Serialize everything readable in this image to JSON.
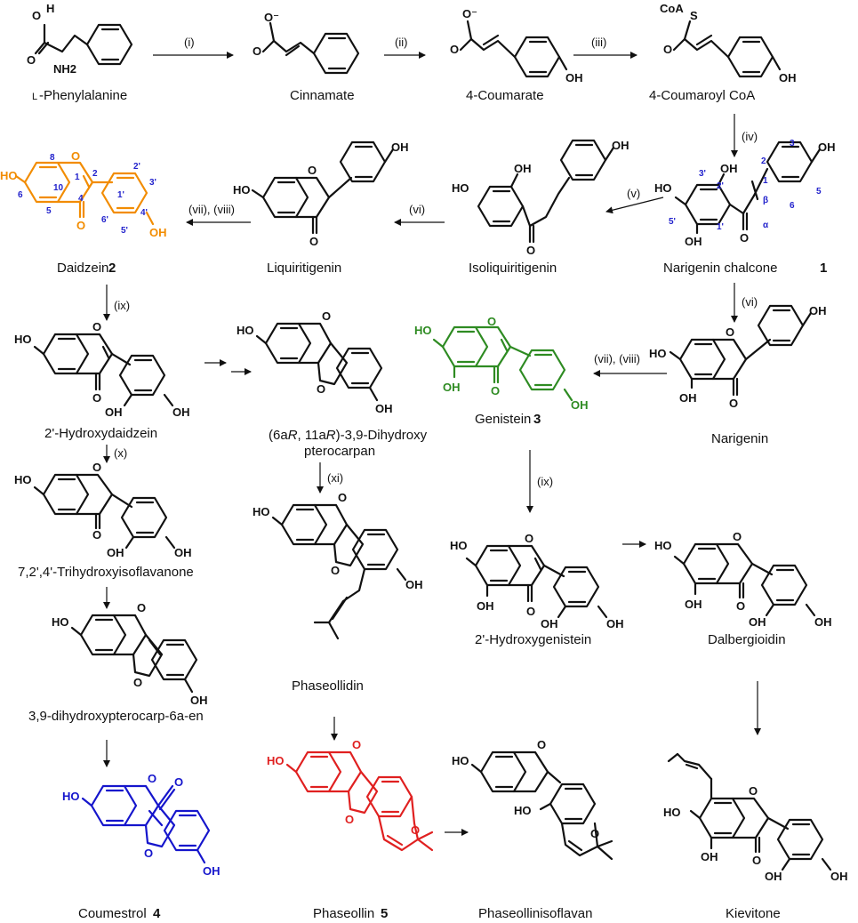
{
  "colors": {
    "black": "#111111",
    "orange": "#f28c00",
    "green": "#2e8b22",
    "blue": "#1515cc",
    "red": "#e02020",
    "numbering": "#2222cc"
  },
  "steps": {
    "i": "(i)",
    "ii": "(ii)",
    "iii": "(iii)",
    "iv": "(iv)",
    "v": "(v)",
    "vi": "(vi)",
    "vii_viii": "(vii), (viii)",
    "ix": "(ix)",
    "x": "(x)",
    "xi": "(xi)"
  },
  "atoms": {
    "OH": "OH",
    "HO": "HO",
    "O": "O",
    "H": "H",
    "NH2": "NH2",
    "O_minus": "O⁻",
    "CoA": "CoA",
    "S": "S"
  },
  "compounds": {
    "phenylalanine": {
      "prefix": "L",
      "name": "-Phenylalanine"
    },
    "cinnamate": {
      "name": "Cinnamate"
    },
    "coumarate": {
      "name": "4-Coumarate"
    },
    "coumaroyl_coa": {
      "name": "4-Coumaroyl CoA"
    },
    "narigenin_chalcone": {
      "name": "Narigenin chalcone",
      "number": "1"
    },
    "isoliquiritigenin": {
      "name": "Isoliquiritigenin"
    },
    "liquiritigenin": {
      "name": "Liquiritigenin"
    },
    "daidzein": {
      "name": "Daidzein",
      "number": "2"
    },
    "narigenin": {
      "name": "Narigenin"
    },
    "genistein": {
      "name": "Genistein",
      "number": "3"
    },
    "hydroxydaidzein": {
      "name": "2'-Hydroxydaidzein"
    },
    "pterocarpan": {
      "name_line1_a": "(6a",
      "name_line1_b": "R",
      "name_line1_c": ", 11a",
      "name_line1_d": "R",
      "name_line1_e": ")-3,9-Dihydroxy",
      "name_line2": "pterocarpan"
    },
    "trihydroxyisoflavanone": {
      "name": "7,2',4'-Trihydroxyisoflavanone"
    },
    "phaseollidin": {
      "name": "Phaseollidin"
    },
    "hydroxygenistein": {
      "name": "2'-Hydroxygenistein"
    },
    "dalbergioidin": {
      "name": "Dalbergioidin"
    },
    "pterocarpene": {
      "name": "3,9-dihydroxypterocarp-6a-en"
    },
    "coumestrol": {
      "name": "Coumestrol",
      "number": "4"
    },
    "phaseollin": {
      "name": "Phaseollin",
      "number": "5"
    },
    "phaseollinisoflavan": {
      "name": "Phaseollinisoflavan"
    },
    "kievitone": {
      "name": "Kievitone"
    }
  },
  "numbering": {
    "daidzein": [
      "8",
      "2",
      "1",
      "6",
      "10",
      "5",
      "4",
      "2'",
      "3'",
      "1'",
      "6'",
      "4'",
      "5'"
    ],
    "chalcone": [
      "3'",
      "2'",
      "5'",
      "1'",
      "2",
      "3",
      "1",
      "5",
      "6",
      "β",
      "α"
    ]
  }
}
